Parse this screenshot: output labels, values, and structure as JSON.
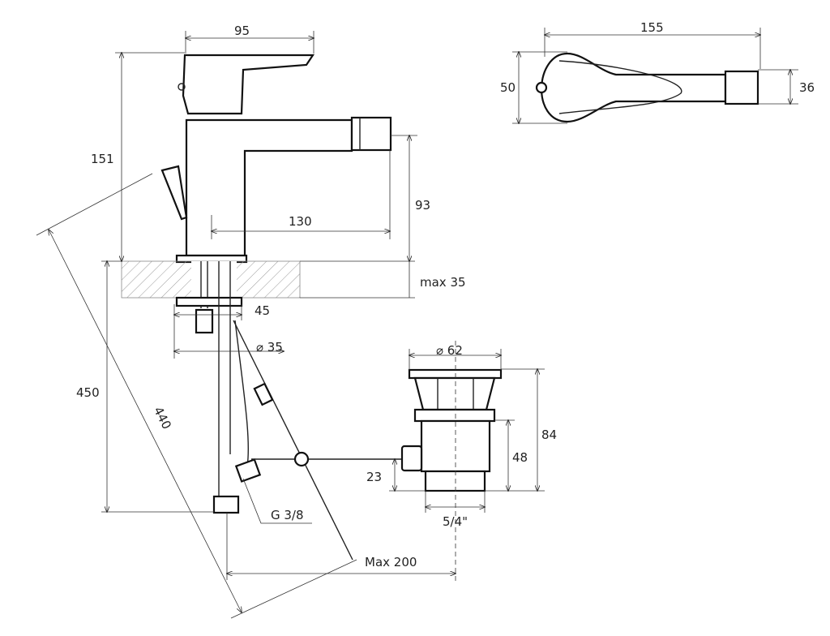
{
  "title": "Bidet faucet technical drawing",
  "dimensions": {
    "top_width": "95",
    "plan_length": "155",
    "plan_width": "50",
    "plan_nozzle": "36",
    "height": "151",
    "spout_height": "93",
    "spout_reach": "130",
    "counter_thickness": "max 35",
    "stud_width": "45",
    "hole_diameter": "⌀ 35",
    "drain_diameter": "⌀ 62",
    "hose_length": "450",
    "rod_length": "440",
    "drain_height": "84",
    "drain_body_height": "48",
    "rod_offset": "23",
    "hose_thread": "G 3/8",
    "drain_thread": "5/4\"",
    "max_offset": "Max 200"
  }
}
